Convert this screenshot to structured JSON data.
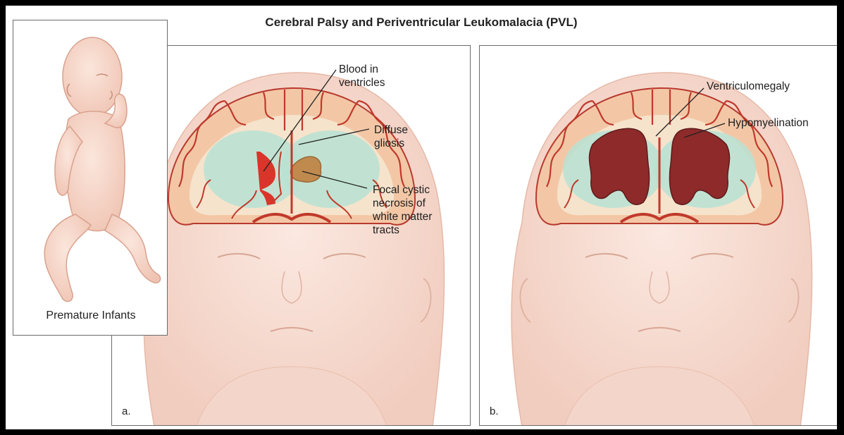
{
  "title": "Cerebral Palsy and Periventricular Leukomalacia (PVL)",
  "infant_panel": {
    "caption": "Premature Infants"
  },
  "panel_a": {
    "letter": "a.",
    "labels": {
      "blood": "Blood in\nventricles",
      "gliosis": "Diffuse\ngliosis",
      "necrosis": "Focal cystic\nnecrosis of\nwhite matter\ntracts"
    }
  },
  "panel_b": {
    "letter": "b.",
    "labels": {
      "ventriculomegaly": "Ventriculomegaly",
      "hypomyelination": "Hypomyelination"
    }
  },
  "colors": {
    "skin": "#f7ddd3",
    "skin_shade": "#efc6b8",
    "cortex": "#f3c7a6",
    "gyri_outline": "#c0392b",
    "white_matter_injury": "#a9dcc9",
    "ventricle_blood": "#d9352b",
    "ventricle_enlarged": "#8e2a2a",
    "cyst": "#c08a4e"
  }
}
